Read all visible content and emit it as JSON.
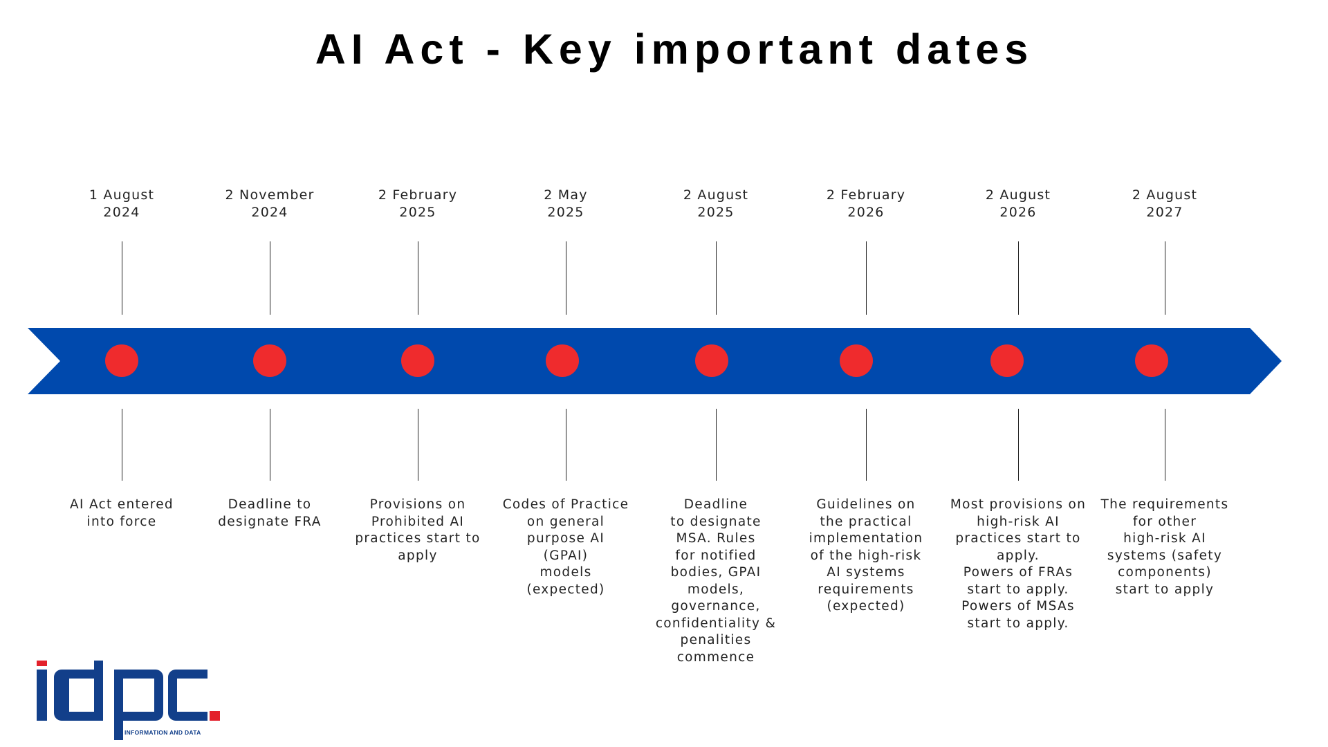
{
  "title": "AI Act - Key important dates",
  "colors": {
    "band": "#0049ad",
    "dot": "#ef2b2d",
    "logo_blue": "#123f8a",
    "logo_red": "#e3212b"
  },
  "events": [
    {
      "date_line1": "1 August",
      "date_line2": "2024",
      "description": "AI Act entered\ninto force"
    },
    {
      "date_line1": "2 November",
      "date_line2": "2024",
      "description": "Deadline to\ndesignate FRA"
    },
    {
      "date_line1": "2 February",
      "date_line2": "2025",
      "description": "Provisions on\nProhibited AI\npractices start to\napply"
    },
    {
      "date_line1": "2 May",
      "date_line2": "2025",
      "description": "Codes of Practice\non general\npurpose AI\n(GPAI)\nmodels\n(expected)"
    },
    {
      "date_line1": "2 August",
      "date_line2": "2025",
      "description": "Deadline\nto designate\nMSA. Rules\nfor notified\nbodies, GPAI\nmodels,\ngovernance,\nconfidentiality &\npenalities\ncommence"
    },
    {
      "date_line1": "2 February",
      "date_line2": "2026",
      "description": "Guidelines on\nthe practical\nimplementation\nof the high-risk\nAI systems\nrequirements\n(expected)"
    },
    {
      "date_line1": "2 August",
      "date_line2": "2026",
      "description": "Most provisions on\nhigh-risk AI\npractices start to\napply.\nPowers of FRAs\nstart to apply.\nPowers of MSAs\nstart to apply."
    },
    {
      "date_line1": "2 August",
      "date_line2": "2027",
      "description": "The requirements\nfor other\nhigh-risk AI\nsystems (safety\ncomponents)\nstart to apply"
    }
  ],
  "logo": {
    "text": "idpc.",
    "tagline": "INFORMATION AND DATA"
  }
}
